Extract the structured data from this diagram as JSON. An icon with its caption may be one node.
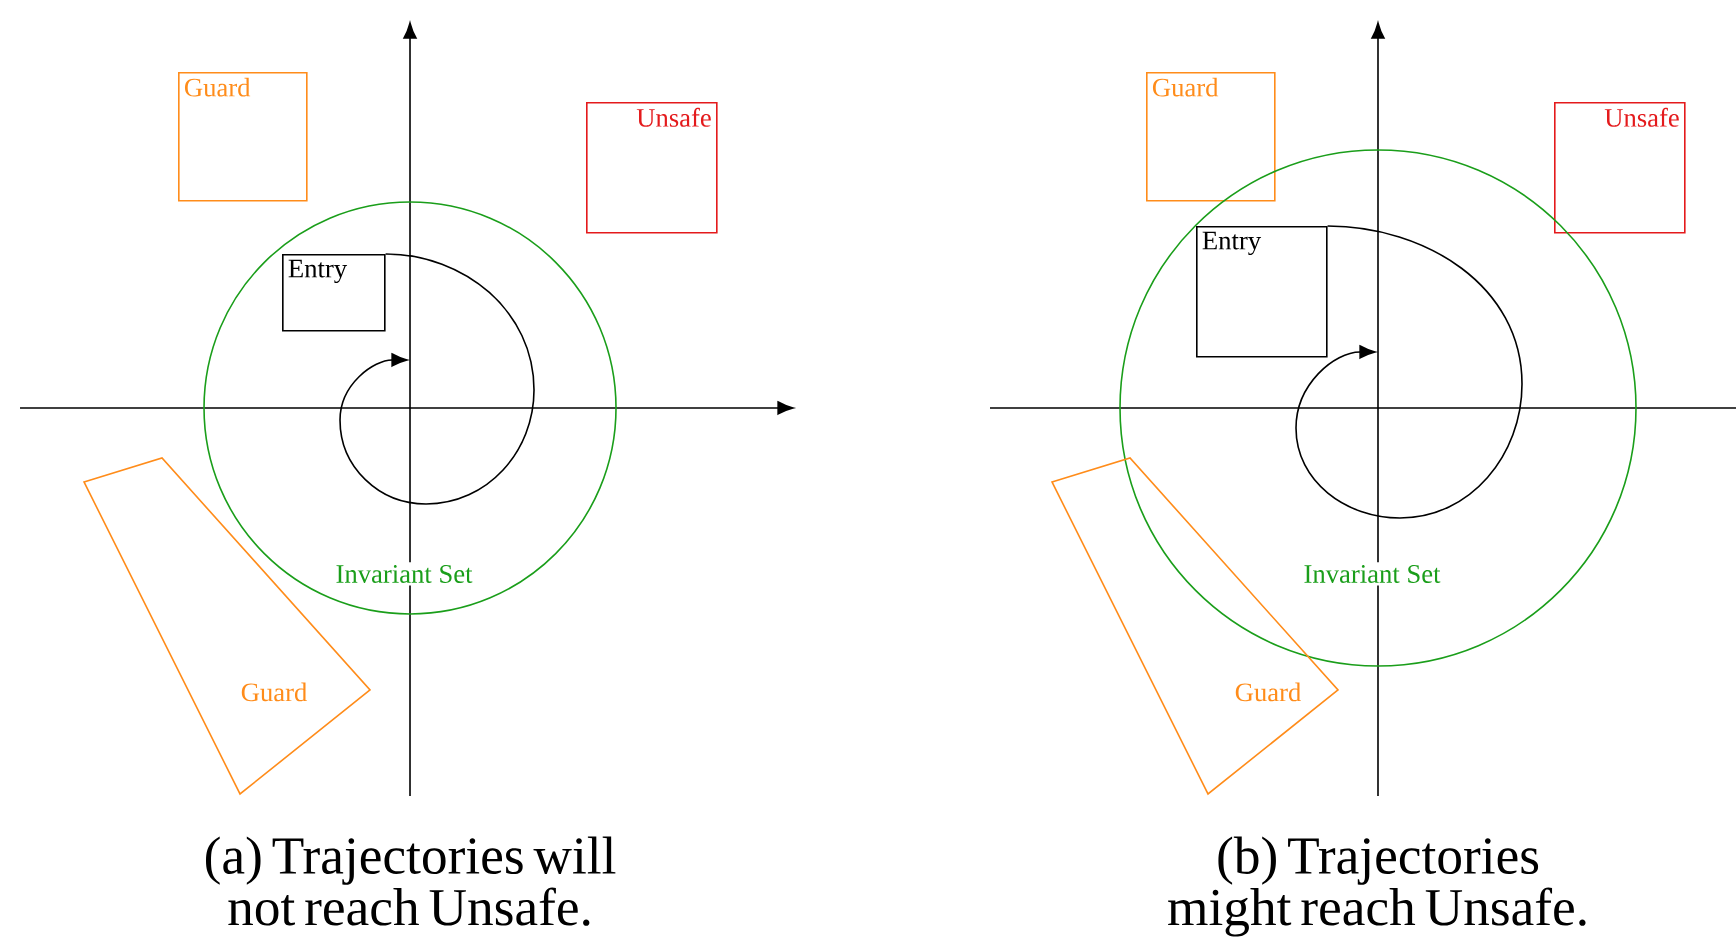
{
  "diagram": {
    "nodes": [
      {
        "text": [
          "Guard"
        ]
      },
      {
        "text": [
          "Unsafe"
        ]
      },
      {
        "text": [
          "Invariant Set"
        ]
      },
      {
        "text": [
          "Entry"
        ],
        "in": 2
      },
      {
        "text": [
          "Guard"
        ]
      },
      {
        "text": [
          "Guard"
        ]
      },
      {
        "text": [
          "Unsafe"
        ]
      },
      {
        "text": [
          "Invariant Set"
        ]
      },
      {
        "text": [
          "Entry"
        ],
        "in": 7
      },
      {
        "text": [
          "Guard"
        ]
      }
    ],
    "edges": [
      {
        "from": 3,
        "to": null,
        "arrow": "to"
      },
      {
        "from": 8,
        "to": null,
        "arrow": "to"
      }
    ],
    "labels": [
      "(a) Trajectories will not reach Unsafe.",
      "(b) Trajectories might reach Unsafe."
    ]
  }
}
